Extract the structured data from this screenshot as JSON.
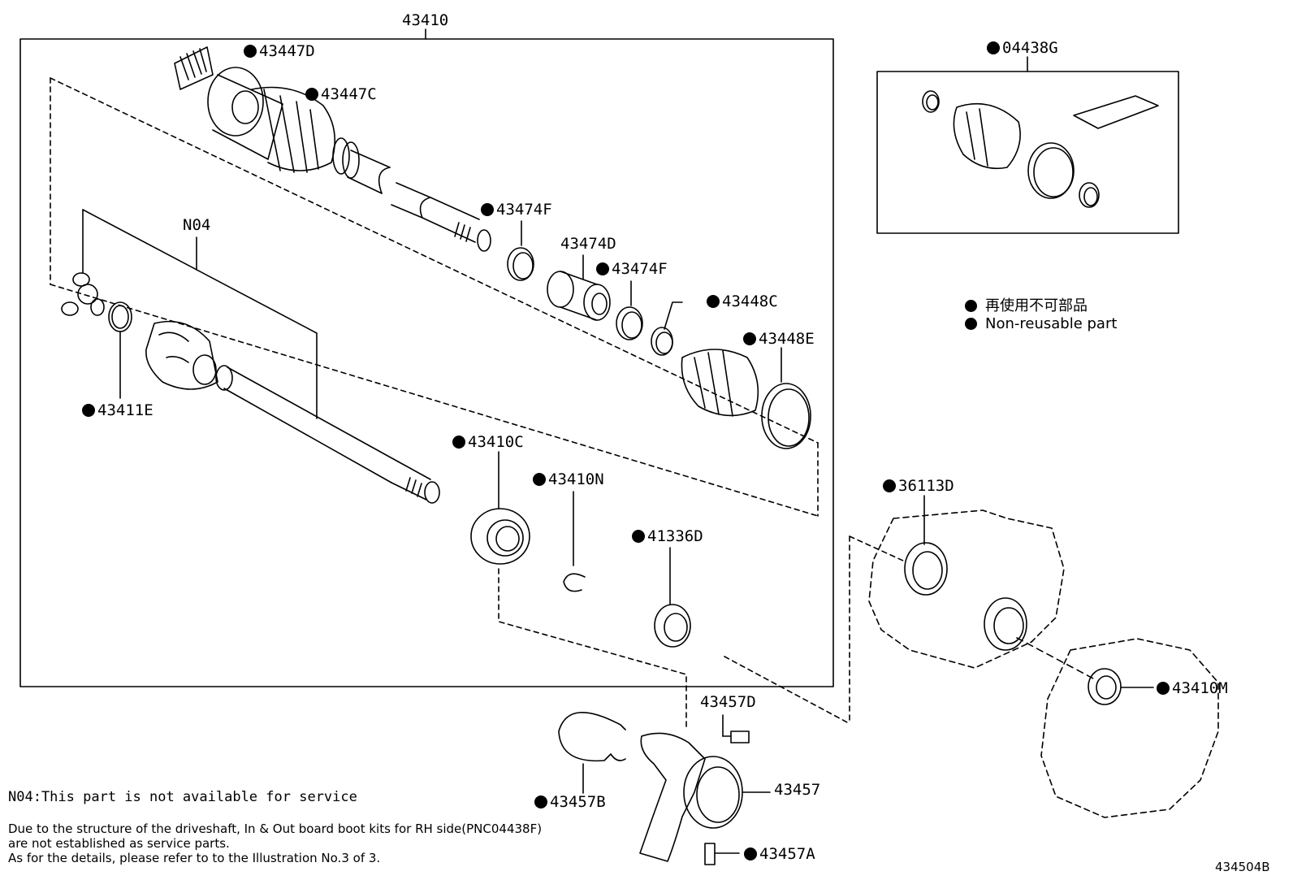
{
  "diagram_id": "434504B",
  "assembly_label": "43410",
  "group_label": "N04",
  "kit_label": "04438G",
  "parts": {
    "p43447D": "43447D",
    "p43447C": "43447C",
    "p43474F_a": "43474F",
    "p43474D": "43474D",
    "p43474F_b": "43474F",
    "p43448C": "43448C",
    "p43448E": "43448E",
    "p43411E": "43411E",
    "p43410C": "43410C",
    "p43410N": "43410N",
    "p41336D": "41336D",
    "p36113D": "36113D",
    "p43410M": "43410M",
    "p43457D": "43457D",
    "p43457": "43457",
    "p43457B": "43457B",
    "p43457A": "43457A"
  },
  "legend": {
    "jp": "再使用不可部品",
    "en": "Non-reusable part"
  },
  "notes": {
    "n04": "N04:This part is not available for service",
    "line1": "Due to the structure of the driveshaft, In & Out board  boot kits for RH side(PNC04438F)",
    "line2": "are not established as service parts.",
    "line3": "As for the details, please refer to to the Illustration No.3 of 3."
  }
}
